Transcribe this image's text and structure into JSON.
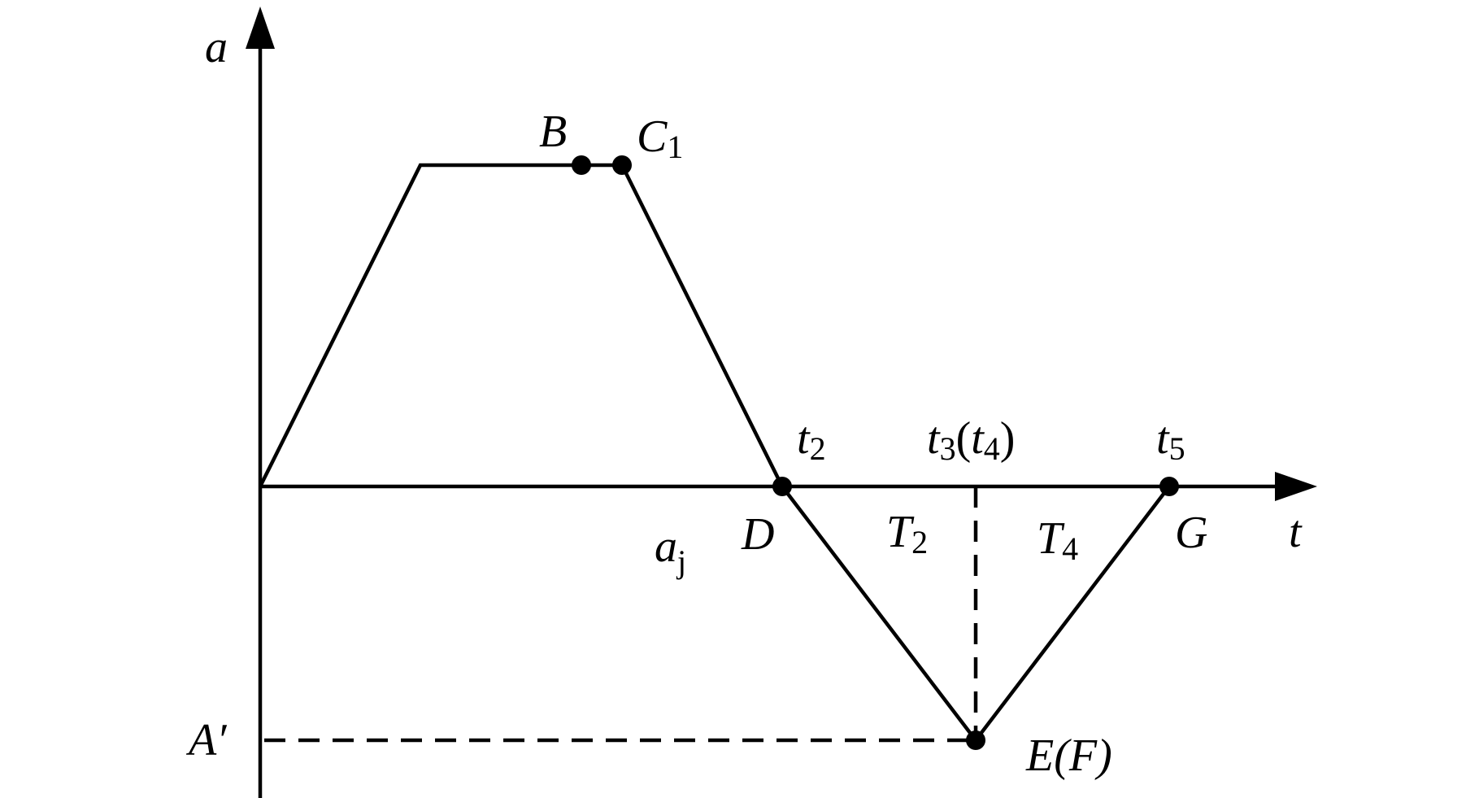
{
  "axes": {
    "y_label": "a",
    "x_label": "t"
  },
  "points": {
    "B": "B",
    "C": "C",
    "C_sub": "1",
    "D": "D",
    "E_F": "E(F)",
    "G": "G",
    "A_prime": "A′"
  },
  "time_marks": {
    "t": "t",
    "t2_sub": "2",
    "t3_sub": "3",
    "t4_sub": "4",
    "t5_sub": "5",
    "open_paren": "(",
    "close_paren": ")"
  },
  "intervals": {
    "T": "T",
    "T2_sub": "2",
    "T4_sub": "4"
  },
  "annotation": {
    "a": "a",
    "a_sub": "j"
  },
  "colors": {
    "ink": "#000000",
    "background": "#ffffff"
  }
}
